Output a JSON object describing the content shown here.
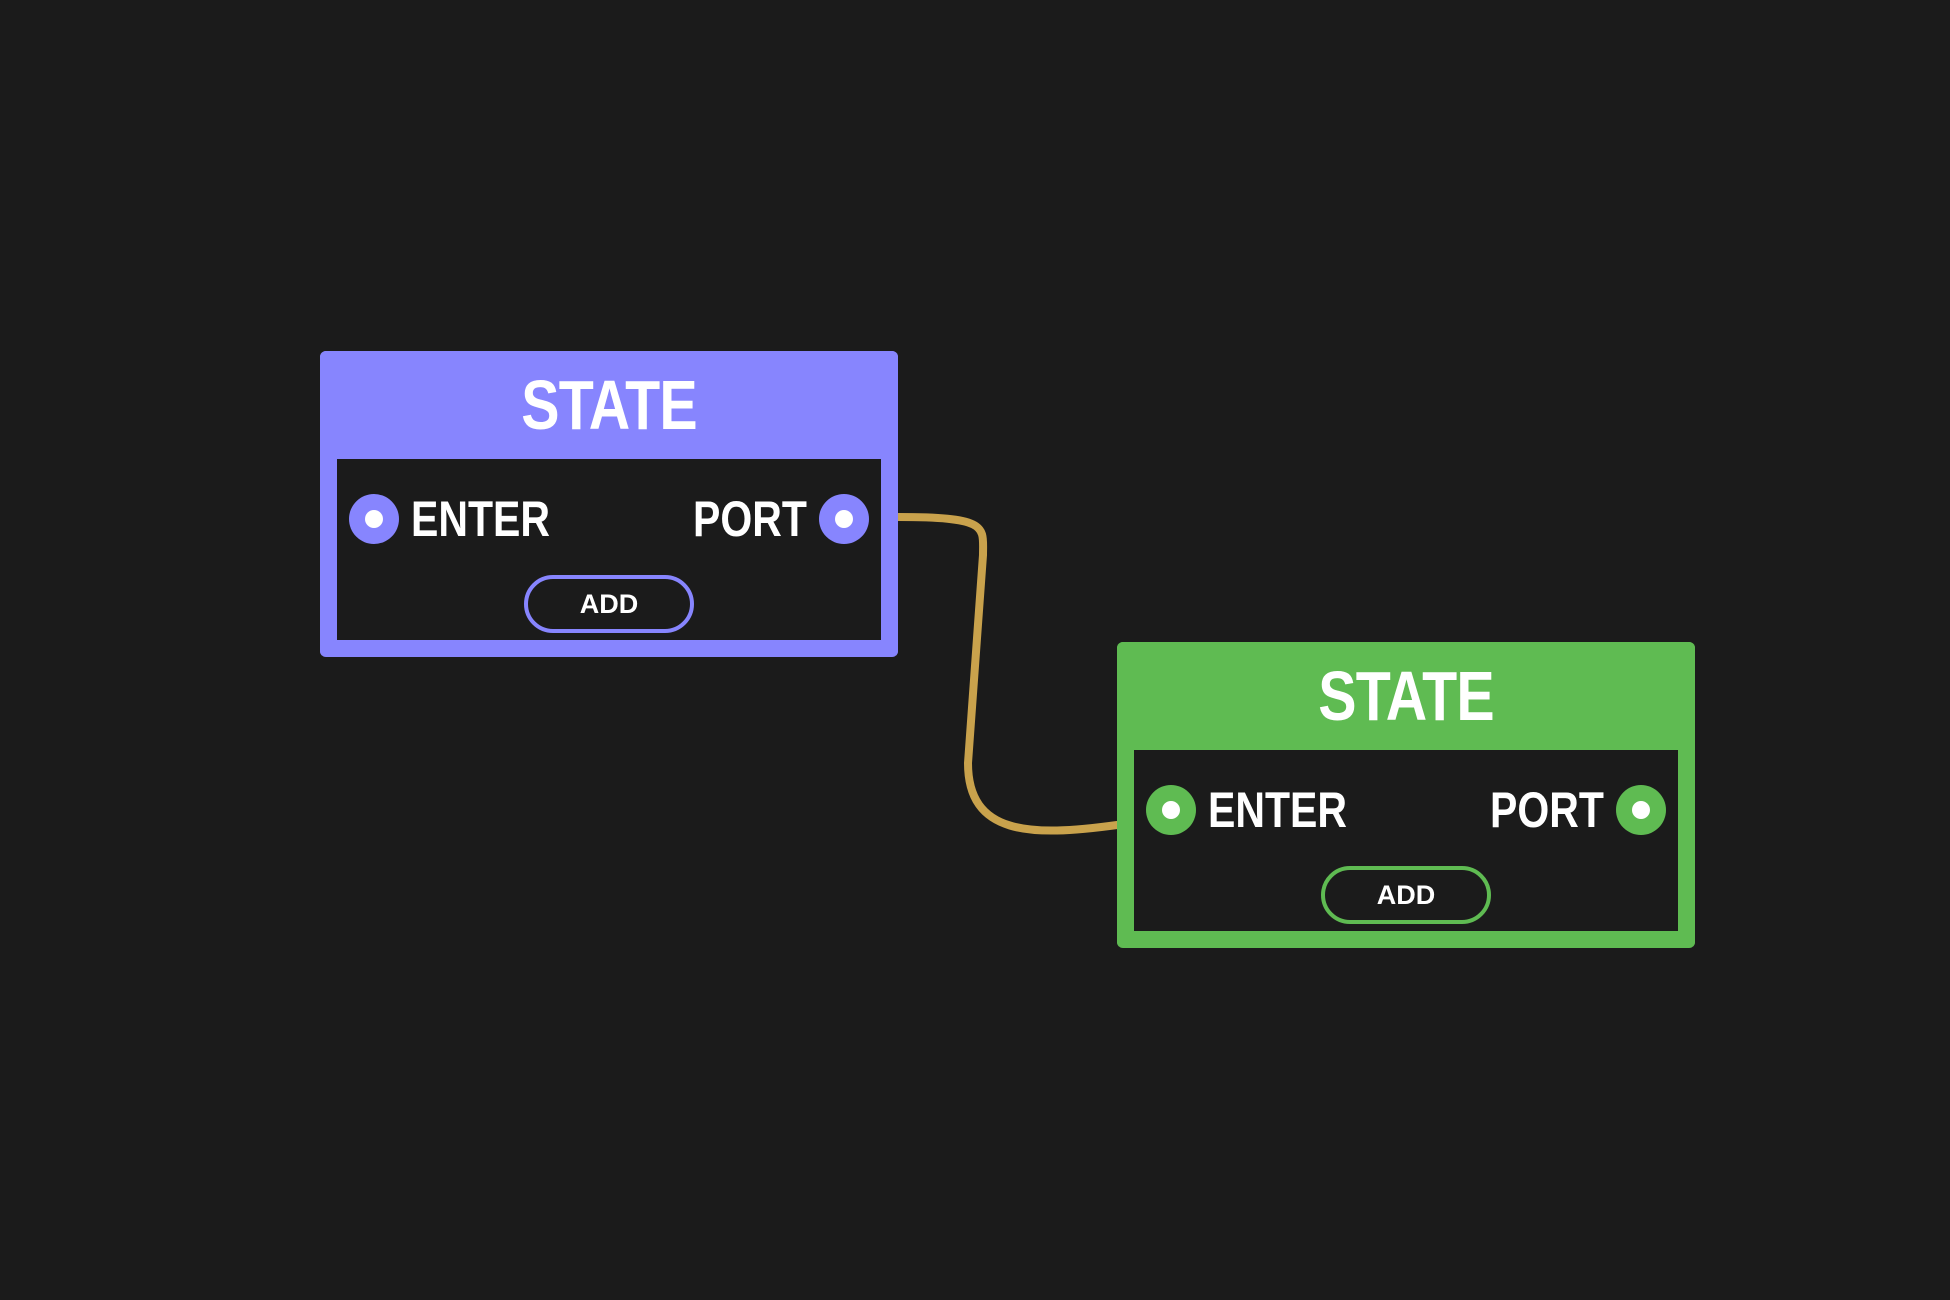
{
  "colors": {
    "background": "#1b1b1b",
    "wire": "#c9a24c"
  },
  "nodes": [
    {
      "title": "STATE",
      "accent": "#8785fe",
      "input_port_label": "ENTER",
      "output_port_label": "PORT",
      "add_button_label": "ADD"
    },
    {
      "title": "STATE",
      "accent": "#5fbb52",
      "input_port_label": "ENTER",
      "output_port_label": "PORT",
      "add_button_label": "ADD"
    }
  ],
  "connections": [
    {
      "from": "node 1 PORT",
      "to": "node 2 ENTER"
    }
  ]
}
